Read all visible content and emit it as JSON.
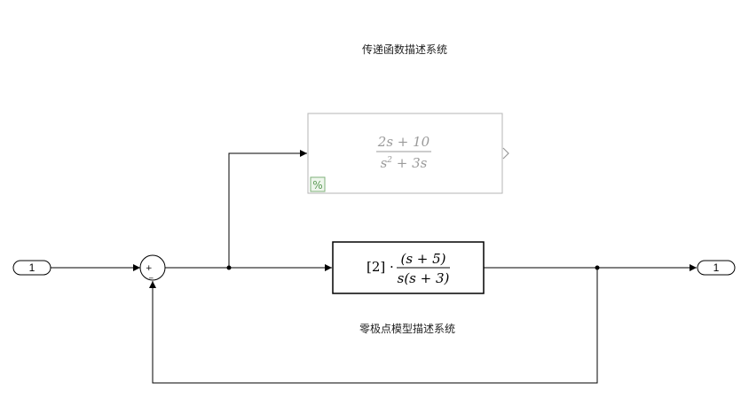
{
  "diagram": {
    "tf_caption": "传递函数描述系统",
    "zpk_caption": "零极点模型描述系统",
    "inport": {
      "number": "1"
    },
    "outport": {
      "number": "1"
    },
    "sum_block": {
      "plus": "+",
      "minus": "_"
    },
    "tf_block": {
      "numerator": "2s + 10",
      "denominator_base": "s",
      "denominator_exp": "2",
      "denominator_rest": " + 3s",
      "state": "commented-out",
      "colors": {
        "text": "#9a9a9a",
        "border": "#b5b5b5",
        "badge": "#7fb07a"
      }
    },
    "zpk_block": {
      "gain": "[2] ·",
      "numerator": "(s + 5)",
      "denominator": "s(s + 3)"
    }
  }
}
